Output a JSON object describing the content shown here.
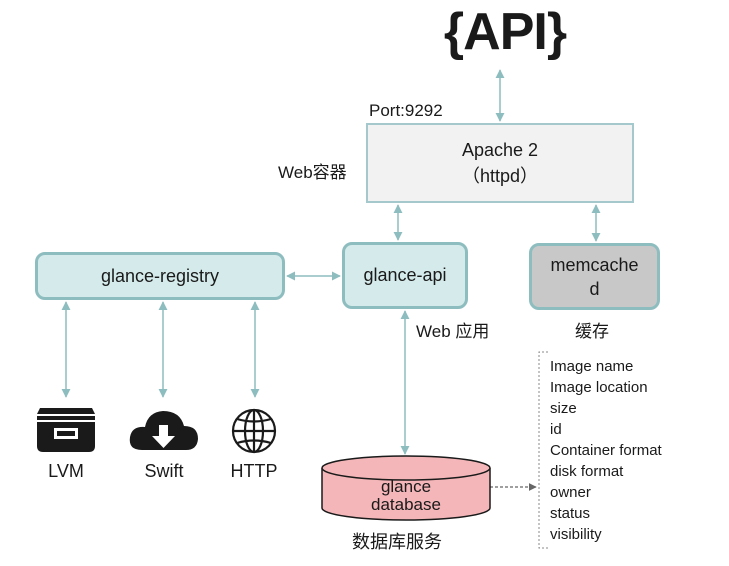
{
  "api_title": "{API}",
  "port_label": "Port:9292",
  "web_container_label": "Web容器",
  "apache": {
    "line1": "Apache 2",
    "line2": "（httpd）"
  },
  "glance_registry": "glance-registry",
  "glance_api": "glance-api",
  "web_app_label": "Web 应用",
  "memcache": {
    "line1": "memcache",
    "line2": "d"
  },
  "cache_label": "缓存",
  "database": {
    "line1": "glance",
    "line2": "database"
  },
  "db_service_label": "数据库服务",
  "backends": [
    {
      "label": "LVM",
      "icon": "cabinet-icon"
    },
    {
      "label": "Swift",
      "icon": "cloud-download-icon"
    },
    {
      "label": "HTTP",
      "icon": "globe-icon"
    }
  ],
  "metadata_fields": [
    "Image name",
    "Image location",
    "size",
    "id",
    "Container format",
    "disk format",
    "owner",
    "status",
    "visibility"
  ],
  "colors": {
    "connector": "#8ebdc0",
    "teal_box": "#d5eaea",
    "database": "#f4b6b8",
    "memcache": "#c8c8c8"
  }
}
